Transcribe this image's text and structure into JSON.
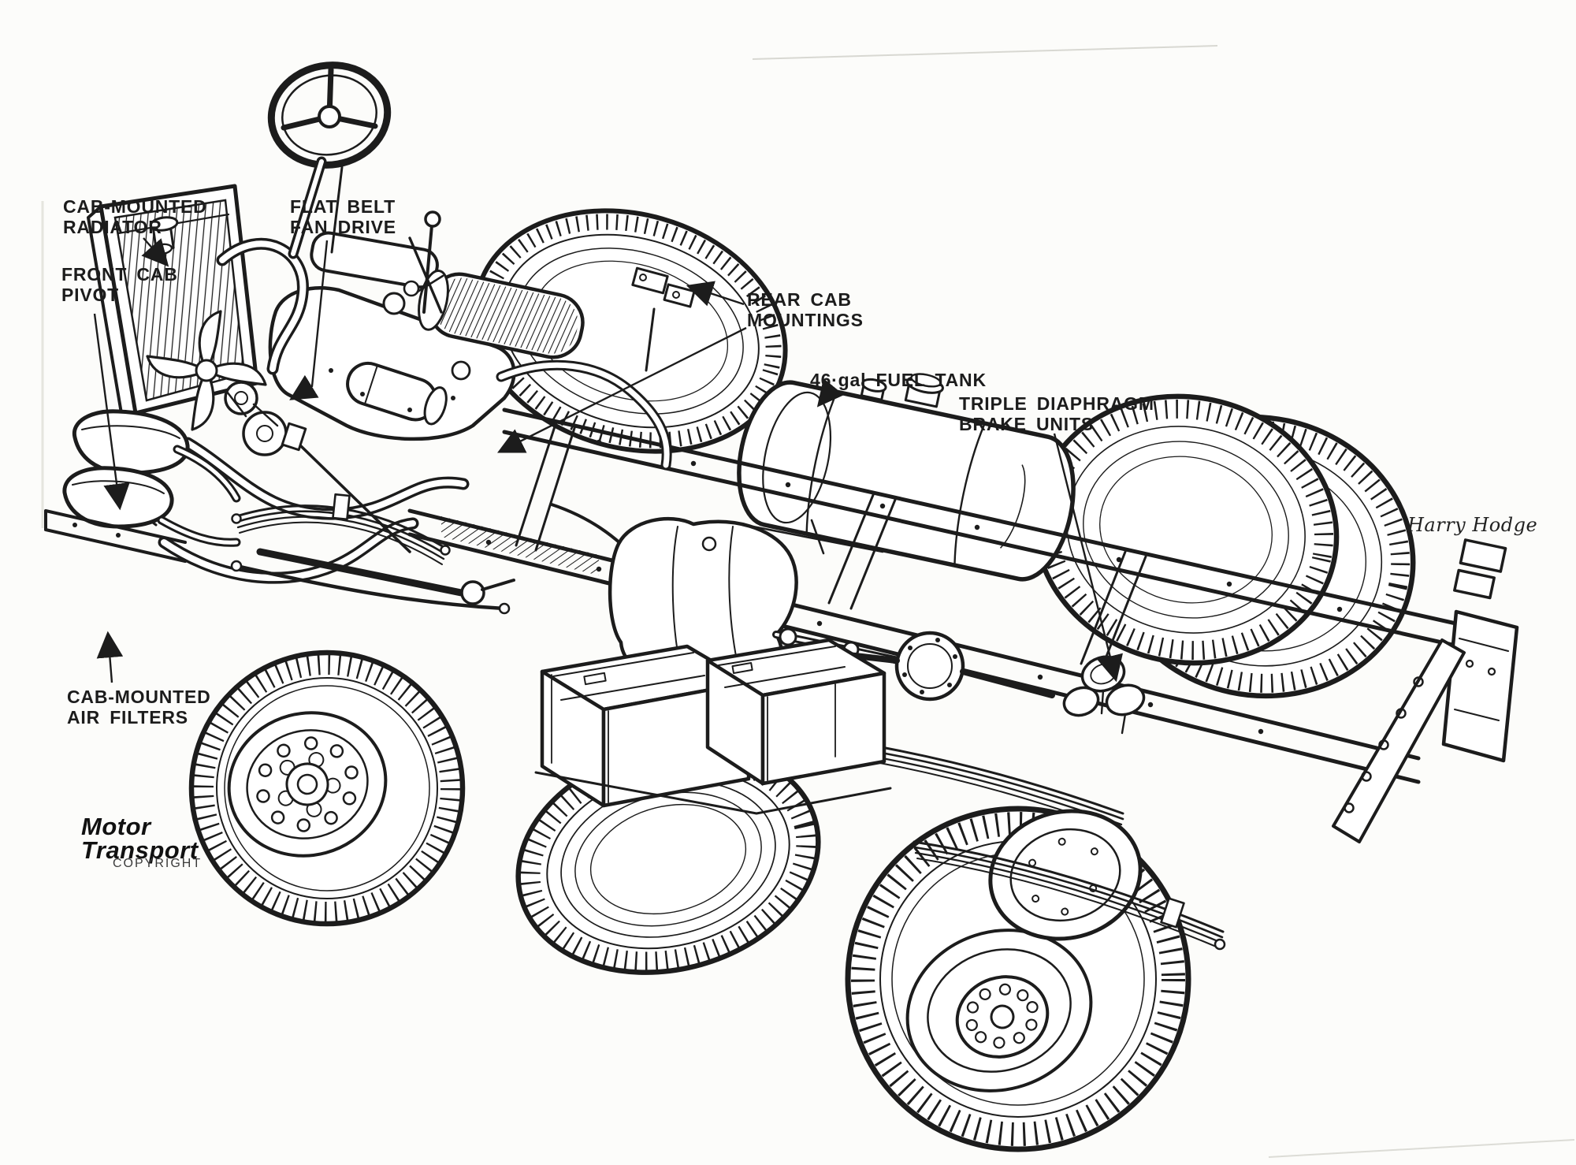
{
  "palette": {
    "ink": "#1c1c1c",
    "paper": "#fcfcfa"
  },
  "callouts": {
    "cab_mounted_radiator": "CAB-MOUNTED\nRADIATOR",
    "front_cab_pivot": "FRONT CAB\nPIVOT",
    "flat_belt_fan_drive": "FLAT BELT\nFAN DRIVE",
    "rear_cab_mountings": "REAR CAB\nMOUNTINGS",
    "fuel_tank": "46·gal FUEL TANK",
    "triple_diaphragm_brake_units": "TRIPLE DIAPHRAGM\nBRAKE UNITS",
    "cab_mounted_air_filters": "CAB-MOUNTED\nAIR FILTERS"
  },
  "credit": {
    "publication": "Motor\nTransport",
    "notice": "COPYRIGHT"
  },
  "signature": "Harry Hodge"
}
